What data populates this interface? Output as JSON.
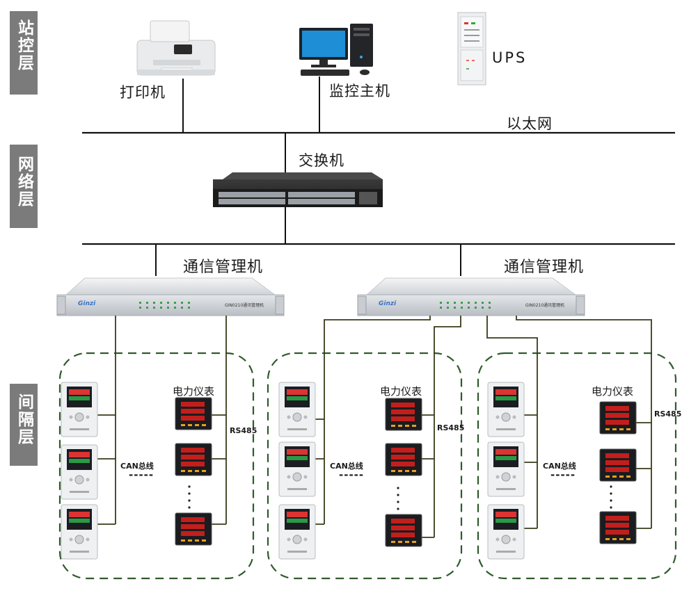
{
  "layers": {
    "station": "站控层",
    "network": "网络层",
    "bay": "间隔层"
  },
  "devices": {
    "printer": "打印机",
    "monitor_host": "监控主机",
    "ups": "UPS",
    "ethernet": "以太网",
    "switch": "交换机",
    "comm_manager_1": "通信管理机",
    "comm_manager_2": "通信管理机",
    "comm_manager_brand": "Ginzi",
    "comm_manager_model": "GIN0210通讯管理机"
  },
  "groups": [
    {
      "meter_label": "电力仪表",
      "can_label": "CAN总线",
      "rs485_label": "RS485",
      "dashes": "-----"
    },
    {
      "meter_label": "电力仪表",
      "can_label": "CAN总线",
      "rs485_label": "RS485",
      "dashes": "-----"
    },
    {
      "meter_label": "电力仪表",
      "can_label": "CAN总线",
      "rs485_label": "RS485",
      "dashes": "-----"
    }
  ],
  "colors": {
    "layer_tag": "#7b7b7b",
    "bus_line": "#111111",
    "field_wire": "#3a3a1a",
    "group_border": "#2f5a2a",
    "meter_display": "#e0201c"
  }
}
